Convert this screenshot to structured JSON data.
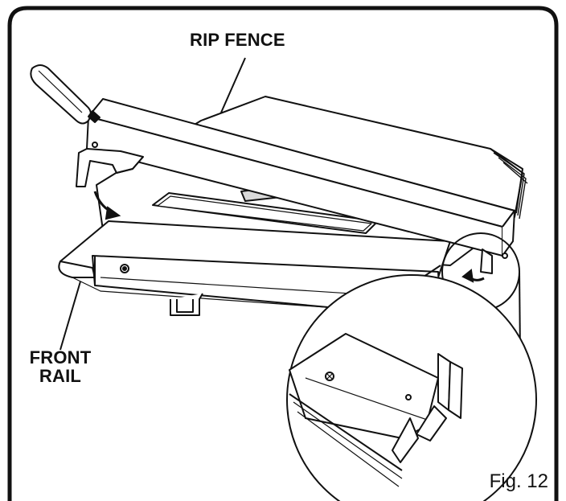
{
  "labels": {
    "rip_fence": "RIP FENCE",
    "front_rail_line1": "FRONT",
    "front_rail_line2": "RAIL"
  },
  "figure": {
    "caption": "Fig. 12"
  },
  "colors": {
    "stroke": "#111111",
    "fill": "#ffffff",
    "shade": "#d9d9d9",
    "frame": "#111111"
  }
}
